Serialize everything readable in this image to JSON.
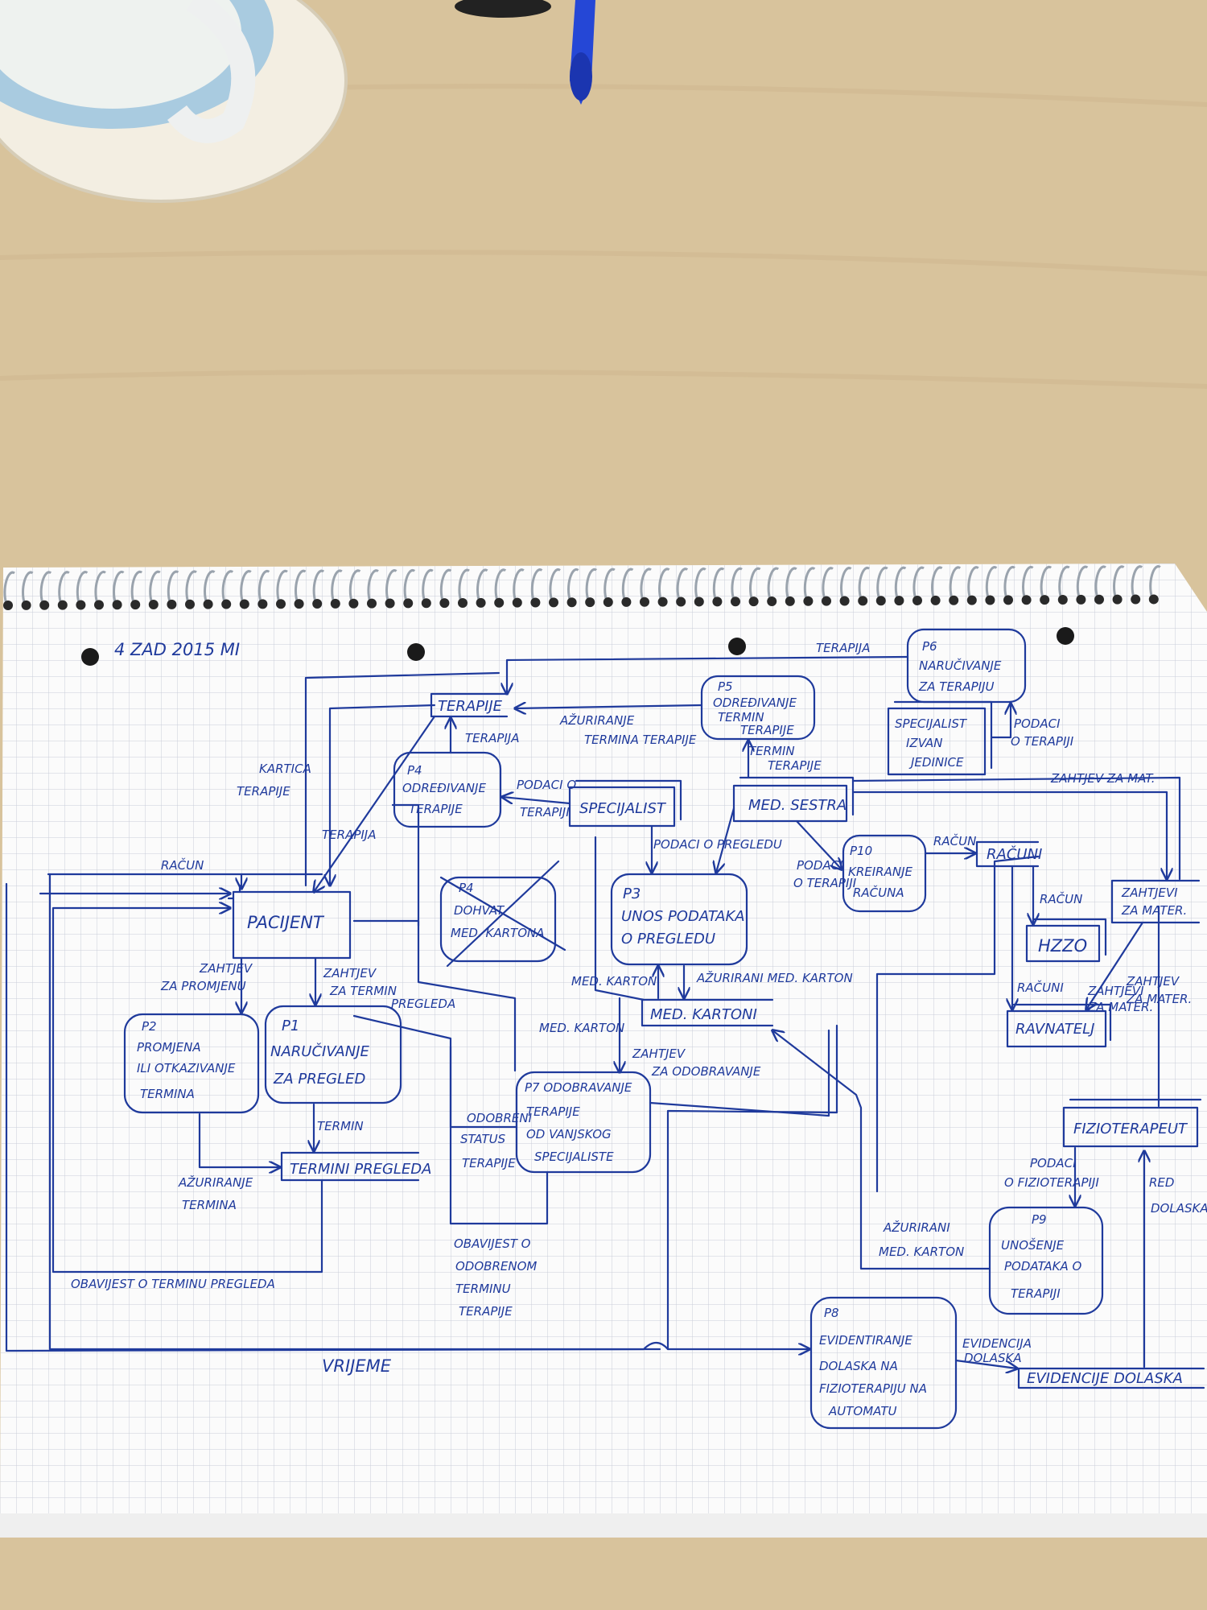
{
  "colors": {
    "ink": "#1f3a9c",
    "paper": "#fbfbfb",
    "grid": "#c9ced8",
    "desk": "#d8c39c"
  },
  "header": "4 ZAD 2015 MI",
  "entities": {
    "pacijent": "PACIJENT",
    "specijalist": "SPECIJALIST",
    "med_sestra": "MED. SESTRA",
    "specijalist_izvan": [
      "SPECIJALIST",
      "IZVAN",
      "JEDINICE"
    ],
    "hzzo": "HZZO",
    "fizioterapeut": "FIZIOTERAPEUT",
    "ravnatelj": "RAVNATELJ"
  },
  "stores": {
    "terapije": "TERAPIJE",
    "termini_pregleda": "TERMINI PREGLEDA",
    "med_kartoni": "MED. KARTONI",
    "racuni": "RAČUNI",
    "zahtjevi_za_materijal": [
      "ZAHTJEVI",
      "ZA MATER."
    ],
    "evidencije_dolaska": "EVIDENCIJE DOLASKA"
  },
  "processes": {
    "p1": [
      "P1",
      "NARUČIVANJE",
      "ZA PREGLED"
    ],
    "p2": [
      "P2",
      "PROMJENA",
      "ILI OTKAZIVANJE",
      "TERMINA"
    ],
    "p3": [
      "P3",
      "UNOS PODATAKA",
      "O PREGLEDU"
    ],
    "p4": [
      "P4",
      "ODREĐIVANJE",
      "TERAPIJE"
    ],
    "p4x": [
      "P4",
      "DOHVAT",
      "MED. KARTONA"
    ],
    "p5": [
      "P5",
      "ODREĐIVANJE",
      "TERMIN",
      "TERAPIJE"
    ],
    "p6": [
      "P6",
      "NARUČIVANJE",
      "ZA TERAPIJU"
    ],
    "p7": [
      "P7 ODOBRAVANJE",
      "TERAPIJE",
      "OD VANJSKOG",
      "SPECIJALISTE"
    ],
    "p8": [
      "P8",
      "EVIDENTIRANJE",
      "DOLASKA NA",
      "FIZIOTERAPIJU NA",
      "AUTOMATU"
    ],
    "p9": [
      "P9",
      "UNOŠENJE",
      "PODATAKA O",
      "TERAPIJI"
    ],
    "p10": [
      "P10",
      "KREIRANJE",
      "RAČUNA"
    ]
  },
  "flows": {
    "terapija_top": "TERAPIJA",
    "azuriranje_termina_terapije": [
      "AŽURIRANJE",
      "TERMINA TERAPIJE"
    ],
    "terapija_p4": "TERAPIJA",
    "kartica_terapije": [
      "KARTICA",
      "TERAPIJE"
    ],
    "terapija_left": "TERAPIJA",
    "podaci_o_terapiji_spec": [
      "PODACI O",
      "TERAPIJI"
    ],
    "termin_terapije": [
      "TERMIN",
      "TERAPIJE"
    ],
    "podaci_o_terapiji_p6": [
      "PODACI",
      "O TERAPIJI"
    ],
    "zahtjev_za_mat": "ZAHTJEV ZA MAT.",
    "podaci_o_pregledu": "PODACI O PREGLEDU",
    "podaci_o_terapiji_sestra": [
      "PODACI",
      "O TERAPIJI"
    ],
    "racun_p10": "RAČUN",
    "racun_left": "RAČUN",
    "zahtjev_za_promjenu": [
      "ZAHTJEV",
      "ZA PROMJENU"
    ],
    "zahtjev_za_termin": [
      "ZAHTJEV",
      "ZA TERMIN",
      "PREGLEDA"
    ],
    "med_karton_p3": "MED. KARTON",
    "azurirani_med_karton_top": "AŽURIRANI MED. KARTON",
    "med_karton_p7": "MED. KARTON",
    "zahtjev_za_odobravanje": [
      "ZAHTJEV",
      "ZA ODOBRAVANJE"
    ],
    "termin_p1": "TERMIN",
    "azuriranje_termina": [
      "AŽURIRANJE",
      "TERMINA"
    ],
    "odobreni_status_terapije": [
      "ODOBRENI",
      "STATUS",
      "TERAPIJE"
    ],
    "obavijest_o_odobrenom": [
      "OBAVIJEST O",
      "ODOBRENOM",
      "TERMINU",
      "TERAPIJE"
    ],
    "obavijest_o_terminu": "OBAVIJEST O TERMINU PREGLEDA",
    "vrijeme": "VRIJEME",
    "racun_hzzo": "RAČUN",
    "racuni_ravnatelj": "RAČUNI",
    "zahtjevi_ravnatelj": [
      "ZAHTJEVI",
      "ZA MATER."
    ],
    "zahtjev_fizio": [
      "ZAHTJEV",
      "ZA MATER."
    ],
    "podaci_o_fizioterapiji": [
      "PODACI",
      "O FIZIOTERAPIJI"
    ],
    "red_dolaska": [
      "RED",
      "DOLASKA"
    ],
    "azurirani_med_karton_bottom": [
      "AŽURIRANI",
      "MED. KARTON"
    ],
    "evidencija_dolaska": [
      "EVIDENCIJA",
      "DOLASKA"
    ]
  }
}
